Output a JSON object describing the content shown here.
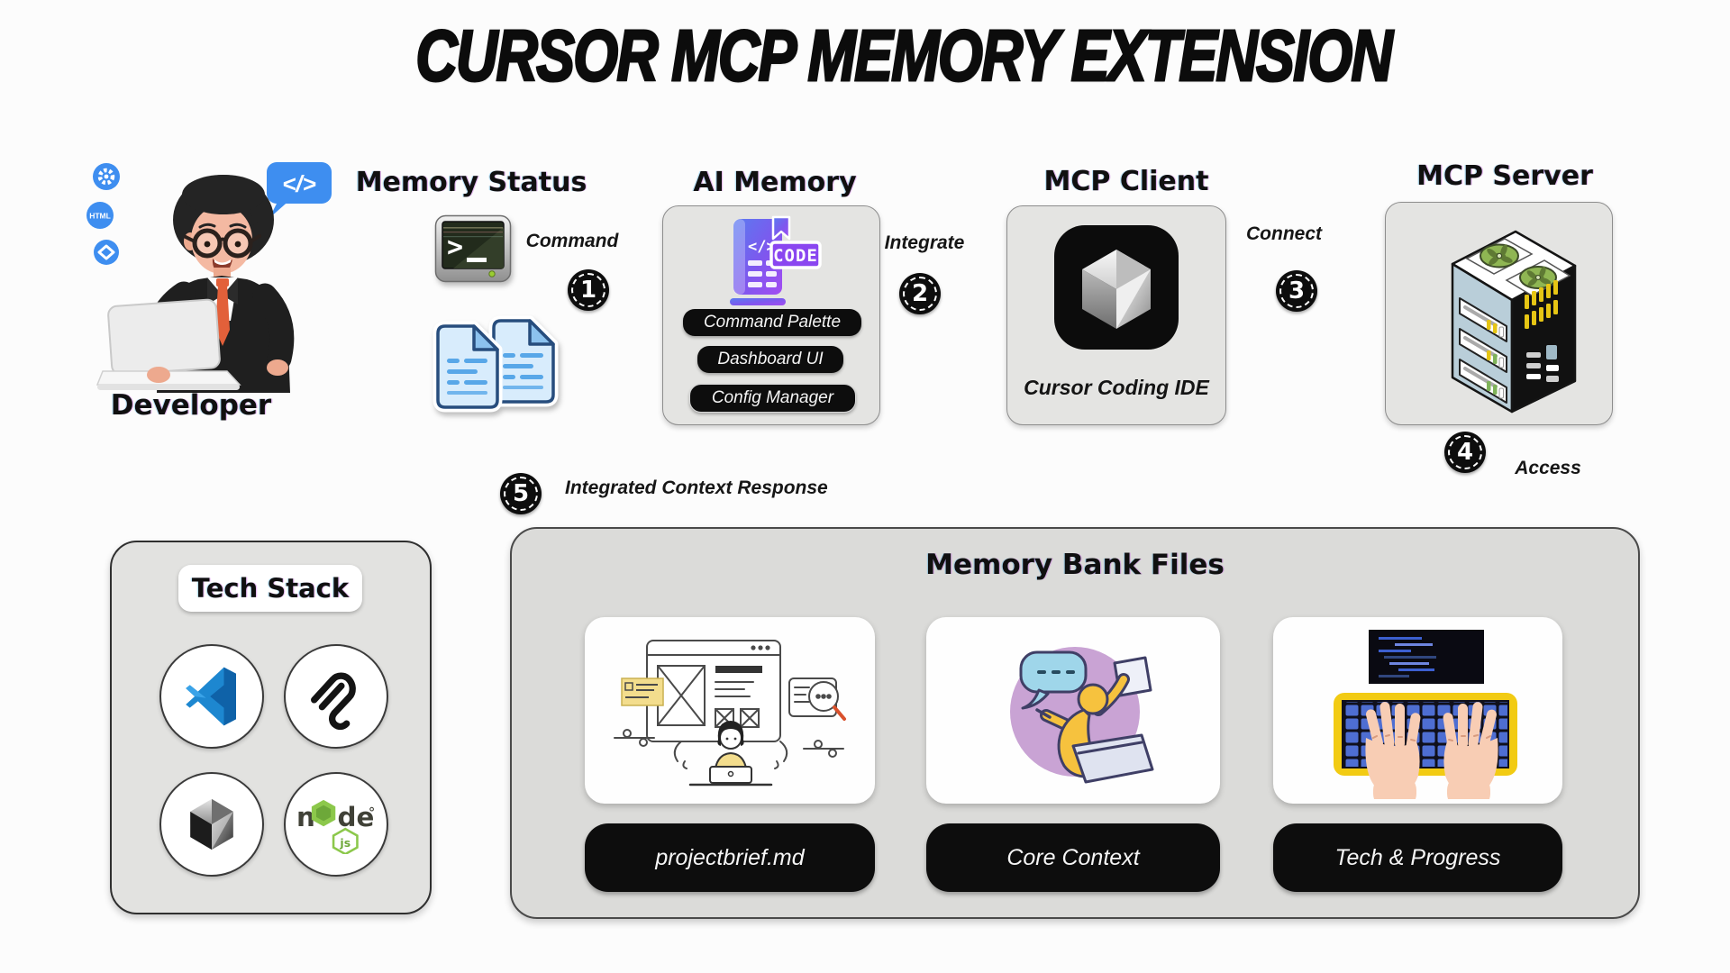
{
  "title": "CURSOR MCP MEMORY EXTENSION",
  "developer": {
    "label": "Developer",
    "bubble_text": "</>",
    "html_badge": "HTML"
  },
  "sections": {
    "memory_status": "Memory Status",
    "ai_memory": "AI Memory",
    "mcp_client": "MCP Client",
    "mcp_server": "MCP Server"
  },
  "steps": {
    "s1": {
      "num": "1",
      "label": "Command"
    },
    "s2": {
      "num": "2",
      "label": "Integrate"
    },
    "s3": {
      "num": "3",
      "label": "Connect"
    },
    "s4": {
      "num": "4",
      "label": "Access"
    },
    "s5": {
      "num": "5",
      "label": "Integrated Context Response"
    }
  },
  "ai_memory": {
    "icon_brackets": "</>",
    "icon_code": "CODE",
    "buttons": [
      {
        "label": "Command Palette"
      },
      {
        "label": "Dashboard UI"
      },
      {
        "label": "Config Manager"
      }
    ]
  },
  "mcp_client": {
    "caption": "Cursor Coding IDE"
  },
  "tech_stack": {
    "title": "Tech Stack",
    "nodejs_text": "node",
    "nodejs_sub": "js"
  },
  "memory_bank": {
    "title": "Memory Bank Files",
    "cards": [
      {
        "label": "projectbrief.md"
      },
      {
        "label": "Core Context"
      },
      {
        "label": "Tech & Progress"
      }
    ]
  },
  "colors": {
    "badge_blue": "#3e8ef0",
    "panel_gray": "#e4e4e2",
    "pill_black": "#0d0d0d",
    "node_green": "#8cc84b",
    "fan_green": "#8fb653",
    "keyboard_yellow": "#f2cb13",
    "key_blue": "#4e6ed2",
    "lavender": "#c9a3d4",
    "tie_orange": "#e2603a"
  }
}
